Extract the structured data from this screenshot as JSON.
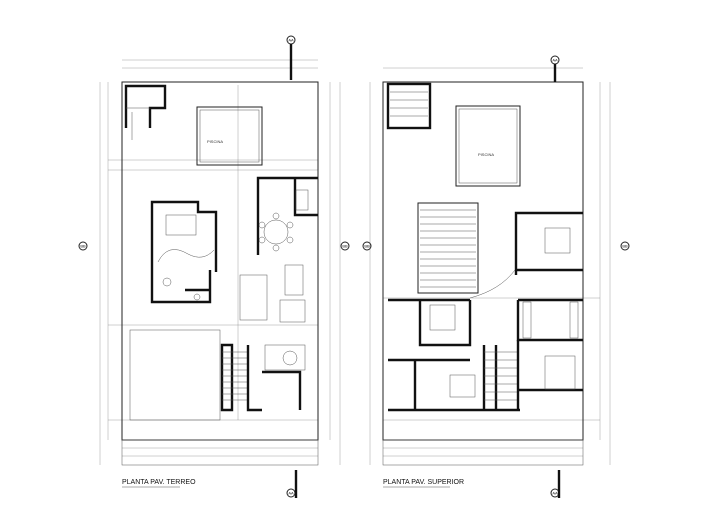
{
  "plans": [
    {
      "title": "PLANTA PAV. TERREO",
      "pool_label": "PISCINA"
    },
    {
      "title": "PLANTA PAV. SUPERIOR",
      "pool_label": "PISCINA"
    }
  ],
  "section_markers": {
    "aa": "AA",
    "bb": "BB"
  }
}
